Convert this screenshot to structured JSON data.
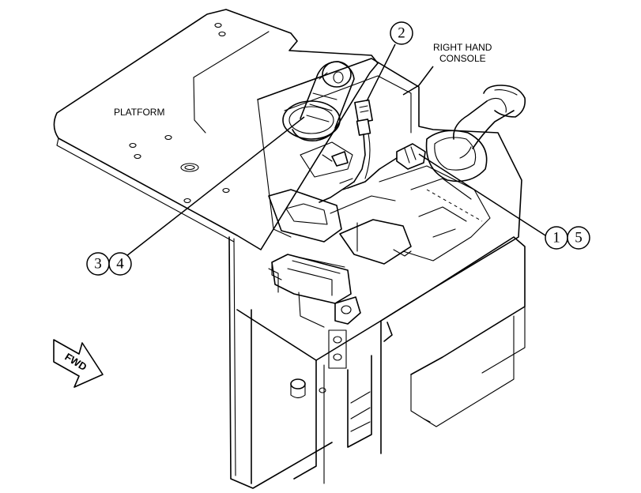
{
  "labels": {
    "platform": "PLATFORM",
    "right_hand_console_line1": "RIGHT HAND",
    "right_hand_console_line2": "CONSOLE",
    "fwd": "FWD"
  },
  "callouts": {
    "c1": "1",
    "c2": "2",
    "c3": "3",
    "c4": "4",
    "c5": "5"
  }
}
